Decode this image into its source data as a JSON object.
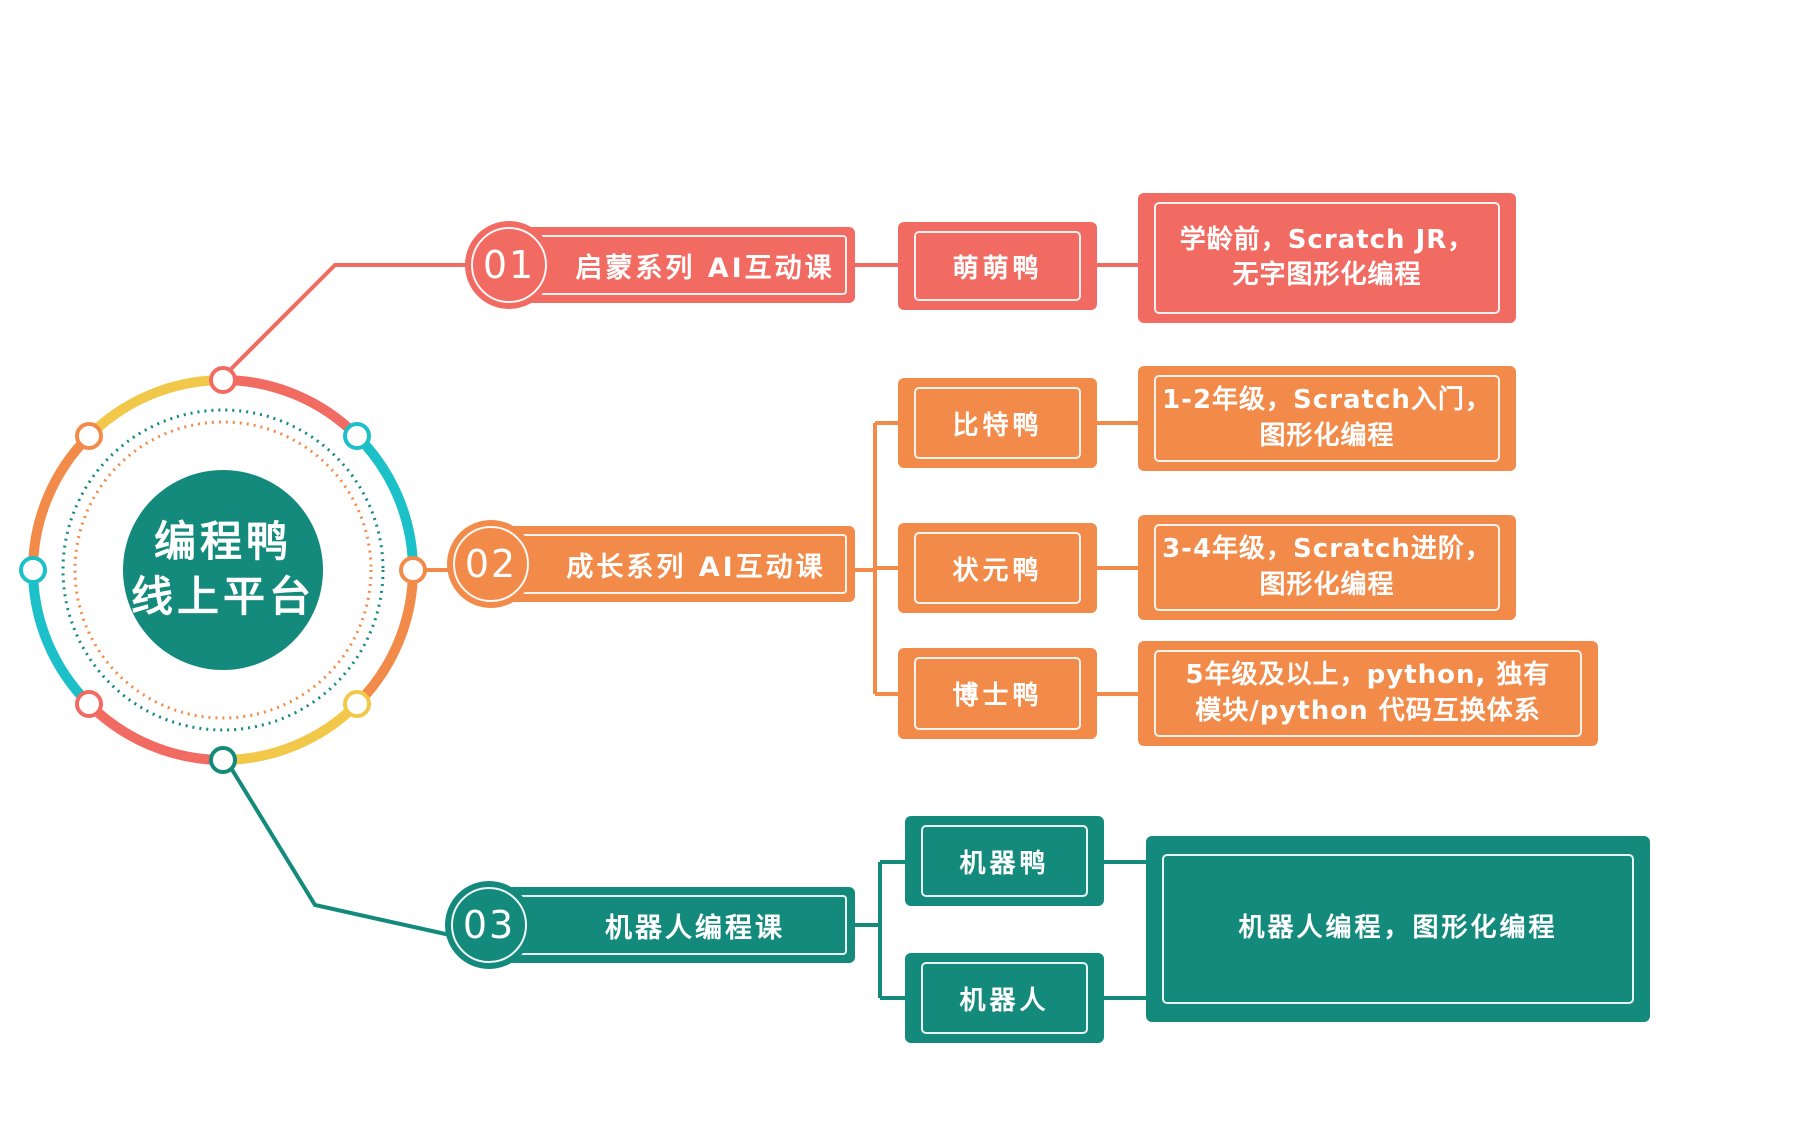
{
  "center": {
    "line1": "编程鸭",
    "line2": "线上平台"
  },
  "colors": {
    "red": "#f26b62",
    "orange": "#f28b4a",
    "teal": "#138a7c",
    "cyan": "#1cc0c8",
    "yellow": "#f2c84a"
  },
  "categories": [
    {
      "num": "01",
      "label": "启蒙系列 AI互动课"
    },
    {
      "num": "02",
      "label": "成长系列 AI互动课"
    },
    {
      "num": "03",
      "label": "机器人编程课"
    }
  ],
  "products": [
    "萌萌鸭",
    "比特鸭",
    "状元鸭",
    "博士鸭",
    "机器鸭",
    "机器人"
  ],
  "descriptions": [
    {
      "line1": "学龄前，Scratch JR，",
      "line2": "无字图形化编程"
    },
    {
      "line1": "1-2年级，Scratch入门，",
      "line2": "图形化编程"
    },
    {
      "line1": "3-4年级，Scratch进阶，",
      "line2": "图形化编程"
    },
    {
      "line1": "5年级及以上，python, 独有",
      "line2": "模块/python 代码互换体系"
    },
    {
      "line1": "机器人编程，图形化编程",
      "line2": ""
    }
  ]
}
